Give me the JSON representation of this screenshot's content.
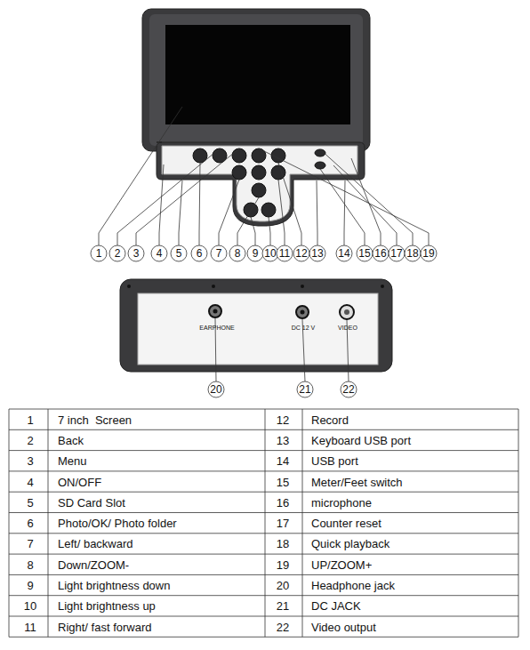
{
  "diagram": {
    "labels": [
      "1",
      "2",
      "3",
      "4",
      "5",
      "6",
      "7",
      "8",
      "9",
      "10",
      "11",
      "12",
      "13",
      "14",
      "15",
      "16",
      "17",
      "18",
      "19",
      "20",
      "21",
      "22",
      "EARPHONE",
      "DC 12 V",
      "VIDEO",
      "1",
      "7 inch  Screen",
      "12",
      "Record",
      "2",
      "Back",
      "13",
      "Keyboard USB port",
      "3",
      "Menu",
      "14",
      "USB port",
      "4",
      "ON/OFF",
      "15",
      "Meter/Feet switch",
      "5",
      "SD Card Slot",
      "16",
      "microphone",
      "6",
      "Photo/OK/ Photo folder",
      "17",
      "Counter reset",
      "7",
      "Left/ backward",
      "18",
      "Quick playback",
      "8",
      "Down/ZOOM-",
      "19",
      "UP/ZOOM+",
      "9",
      "Light brightness down",
      "20",
      "Headphone jack",
      "10",
      "Light brightness up",
      "21",
      "DC JACK",
      "11",
      "Right/ fast forward",
      "22",
      "Video output"
    ]
  }
}
